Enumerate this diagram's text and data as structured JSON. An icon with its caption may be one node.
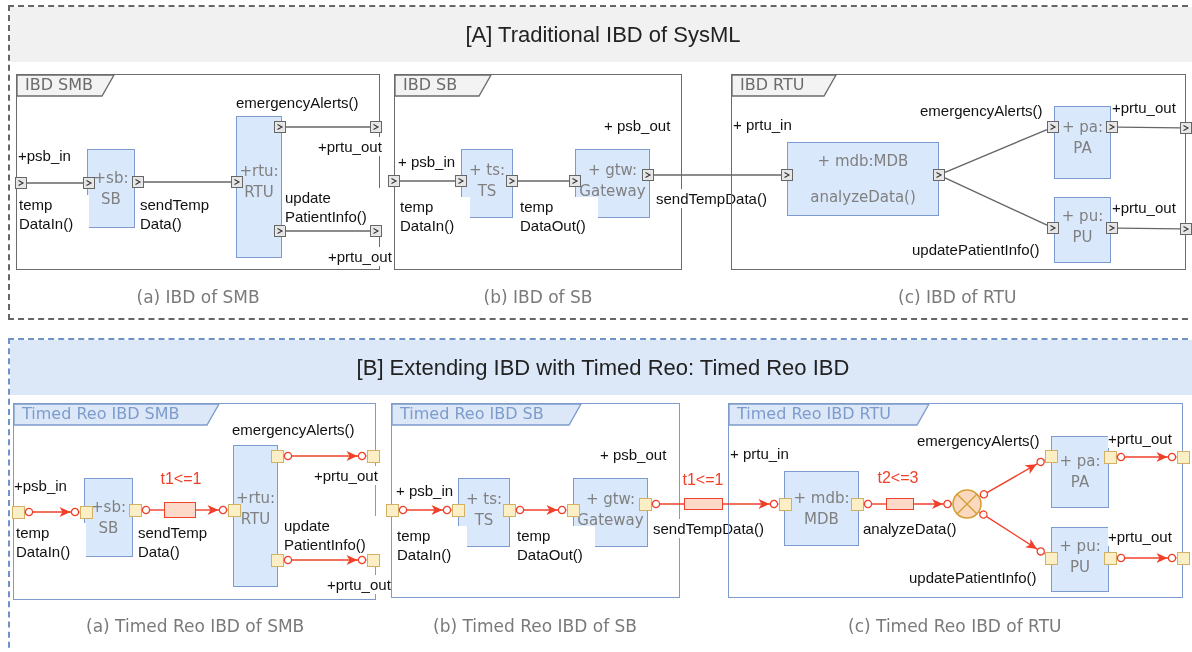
{
  "diagram": {
    "nodes": [
      {
        "text": [
          "[A] Traditional IBD of SysML"
        ]
      },
      {
        "text": [
          "IBD SMB"
        ],
        "in": 0,
        "beside": [
          "(a) IBD of SMB"
        ]
      },
      {
        "text": [
          "+sb: SB"
        ],
        "in": 1
      },
      {
        "text": [
          "+rtu: RTU"
        ],
        "in": 1
      },
      {
        "text": [],
        "shape": "box",
        "in": 1,
        "beside": [
          "+psb_in",
          "temp DataIn()"
        ]
      },
      {
        "text": [],
        "shape": "box",
        "in": 1
      },
      {
        "text": [],
        "shape": "box",
        "in": 1,
        "beside": [
          "sendTemp Data()"
        ]
      },
      {
        "text": [],
        "shape": "box",
        "in": 1
      },
      {
        "text": [],
        "shape": "box",
        "in": 1,
        "beside": [
          "emergencyAlerts()"
        ]
      },
      {
        "text": [],
        "shape": "box",
        "in": 1,
        "beside": [
          "+prtu_out"
        ]
      },
      {
        "text": [],
        "shape": "box",
        "in": 1,
        "beside": [
          "update PatientInfo()"
        ]
      },
      {
        "text": [],
        "shape": "box",
        "in": 1,
        "beside": [
          "+prtu_out"
        ]
      },
      {
        "text": [
          "IBD SB"
        ],
        "in": 0,
        "beside": [
          "(b) IBD of SB"
        ]
      },
      {
        "text": [
          "+ ts: TS"
        ],
        "in": 12
      },
      {
        "text": [
          "+ gtw: Gateway"
        ],
        "in": 12
      },
      {
        "text": [],
        "shape": "box",
        "in": 12,
        "beside": [
          "+ psb_in",
          "temp DataIn()"
        ]
      },
      {
        "text": [],
        "shape": "box",
        "in": 12
      },
      {
        "text": [],
        "shape": "box",
        "in": 12
      },
      {
        "text": [],
        "shape": "box",
        "in": 12
      },
      {
        "text": [],
        "shape": "box",
        "in": 12,
        "beside": [
          "sendTempData()"
        ]
      },
      {
        "text": [
          "IBD RTU"
        ],
        "in": 0,
        "beside": [
          "(c) IBD of RTU"
        ]
      },
      {
        "text": [
          "+ mdb:MDB",
          "analyzeData()"
        ],
        "in": 20
      },
      {
        "text": [
          "+ pa: PA"
        ],
        "in": 20
      },
      {
        "text": [
          "+ pu: PU"
        ],
        "in": 20
      },
      {
        "text": [],
        "shape": "box",
        "in": 20
      },
      {
        "text": [],
        "shape": "box",
        "in": 20
      },
      {
        "text": [],
        "shape": "box",
        "in": 20,
        "beside": [
          "emergencyAlerts()"
        ]
      },
      {
        "text": [],
        "shape": "box",
        "in": 20,
        "beside": [
          "+prtu_out"
        ]
      },
      {
        "text": [],
        "shape": "box",
        "in": 20
      },
      {
        "text": [],
        "shape": "box",
        "in": 20,
        "beside": [
          "updatePatientInfo()"
        ]
      },
      {
        "text": [],
        "shape": "box",
        "in": 20,
        "beside": [
          "+prtu_out"
        ]
      },
      {
        "text": [],
        "shape": "box",
        "in": 20
      },
      {
        "text": [
          "[B] Extending IBD with Timed Reo: Timed Reo IBD"
        ]
      },
      {
        "text": [
          "Timed Reo IBD SMB"
        ],
        "in": 32,
        "beside": [
          "(a) Timed Reo IBD of SMB"
        ]
      },
      {
        "text": [
          "+sb: SB"
        ],
        "in": 33
      },
      {
        "text": [
          "+rtu: RTU"
        ],
        "in": 33
      },
      {
        "text": [],
        "shape": "box",
        "in": 33,
        "beside": [
          "+psb_in",
          "temp DataIn()"
        ]
      },
      {
        "text": [],
        "shape": "box",
        "in": 33
      },
      {
        "text": [],
        "shape": "box",
        "in": 33,
        "beside": [
          "sendTemp Data()"
        ]
      },
      {
        "text": [],
        "shape": "box",
        "in": 33,
        "beside": [
          "t1<=1"
        ]
      },
      {
        "text": [],
        "shape": "box",
        "in": 33
      },
      {
        "text": [],
        "shape": "box",
        "in": 33,
        "beside": [
          "emergencyAlerts()"
        ]
      },
      {
        "text": [],
        "shape": "box",
        "in": 33,
        "beside": [
          "+prtu_out"
        ]
      },
      {
        "text": [],
        "shape": "box",
        "in": 33,
        "beside": [
          "update PatientInfo()"
        ]
      },
      {
        "text": [],
        "shape": "box",
        "in": 33,
        "beside": [
          "+prtu_out"
        ]
      },
      {
        "text": [
          "Timed Reo IBD SB"
        ],
        "in": 32,
        "beside": [
          "(b) Timed Reo IBD of SB"
        ]
      },
      {
        "text": [
          "+ ts: TS"
        ],
        "in": 45
      },
      {
        "text": [
          "+ gtw: Gateway"
        ],
        "in": 45
      },
      {
        "text": [],
        "shape": "box",
        "in": 45,
        "beside": [
          "+ psb_in",
          "temp DataIn()"
        ]
      },
      {
        "text": [],
        "shape": "box",
        "in": 45
      },
      {
        "text": [],
        "shape": "box",
        "in": 45
      },
      {
        "text": [],
        "shape": "box",
        "in": 45
      },
      {
        "text": [],
        "shape": "box",
        "in": 45,
        "beside": [
          "sendTempData()"
        ]
      },
      {
        "text": [],
        "shape": "box",
        "in": 32,
        "beside": [
          "t1<=1"
        ]
      },
      {
        "text": [
          "Timed Reo IBD RTU"
        ],
        "in": 32,
        "beside": [
          "(c) Timed Reo IBD of RTU"
        ]
      },
      {
        "text": [
          "+ mdb: MDB"
        ],
        "in": 54
      },
      {
        "text": [
          "+ pa: PA"
        ],
        "in": 54
      },
      {
        "text": [
          "+ pu: PU"
        ],
        "in": 54
      },
      {
        "text": [],
        "shape": "box",
        "in": 54
      },
      {
        "text": [],
        "shape": "box",
        "in": 54,
        "beside": [
          "analyzeData()"
        ]
      },
      {
        "text": [],
        "shape": "box",
        "in": 54,
        "beside": [
          "t2<=3"
        ]
      },
      {
        "text": [],
        "shape": "circle",
        "in": 54
      },
      {
        "text": [],
        "shape": "box",
        "in": 54,
        "beside": [
          "emergencyAlerts()"
        ]
      },
      {
        "text": [],
        "shape": "box",
        "in": 54,
        "beside": [
          "+prtu_out"
        ]
      },
      {
        "text": [],
        "shape": "box",
        "in": 54
      },
      {
        "text": [],
        "shape": "box",
        "in": 54,
        "beside": [
          "updatePatientInfo()"
        ]
      },
      {
        "text": [],
        "shape": "box",
        "in": 54,
        "beside": [
          "+prtu_out"
        ]
      },
      {
        "text": [],
        "shape": "box",
        "in": 54
      }
    ],
    "edges": [
      {
        "from": 4,
        "to": 5,
        "arrow": "none",
        "color": "#666666"
      },
      {
        "from": 6,
        "to": 7,
        "arrow": "none",
        "color": "#666666"
      },
      {
        "from": 8,
        "to": 9,
        "arrow": "none",
        "color": "#666666"
      },
      {
        "from": 10,
        "to": 11,
        "arrow": "none",
        "color": "#666666"
      },
      {
        "from": 15,
        "to": 16,
        "arrow": "none",
        "color": "#666666"
      },
      {
        "from": 17,
        "to": 18,
        "arrow": "none",
        "color": "#666666"
      },
      {
        "from": 19,
        "to": 24,
        "arrow": "none",
        "color": "#666666"
      },
      {
        "from": 25,
        "to": 26,
        "arrow": "none",
        "color": "#666666"
      },
      {
        "from": 25,
        "to": 29,
        "arrow": "none",
        "color": "#666666"
      },
      {
        "from": 27,
        "to": 28,
        "arrow": "none",
        "color": "#666666"
      },
      {
        "from": 30,
        "to": 31,
        "arrow": "none",
        "color": "#666666"
      },
      {
        "from": 36,
        "to": 37,
        "arrow": "to"
      },
      {
        "from": 38,
        "to": 39,
        "arrow": "other"
      },
      {
        "from": 39,
        "to": 40,
        "arrow": "to"
      },
      {
        "from": 41,
        "to": 42,
        "arrow": "to"
      },
      {
        "from": 43,
        "to": 44,
        "arrow": "to"
      },
      {
        "from": 48,
        "to": 49,
        "arrow": "to"
      },
      {
        "from": 50,
        "to": 51,
        "arrow": "to"
      },
      {
        "from": 52,
        "to": 53,
        "arrow": "other"
      },
      {
        "from": 53,
        "to": 58,
        "arrow": "to"
      },
      {
        "from": 59,
        "to": 60,
        "arrow": "other"
      },
      {
        "from": 60,
        "to": 61,
        "arrow": "to"
      },
      {
        "from": 61,
        "to": 62,
        "arrow": "to"
      },
      {
        "from": 61,
        "to": 65,
        "arrow": "to"
      },
      {
        "from": 63,
        "to": 64,
        "arrow": "to"
      },
      {
        "from": 66,
        "to": 67,
        "arrow": "to"
      }
    ],
    "labels": [
      "+ psb_out",
      "+ prtu_in",
      "temp DataOut()",
      "+ psb_out",
      "+ prtu_in",
      "temp DataOut()"
    ]
  }
}
